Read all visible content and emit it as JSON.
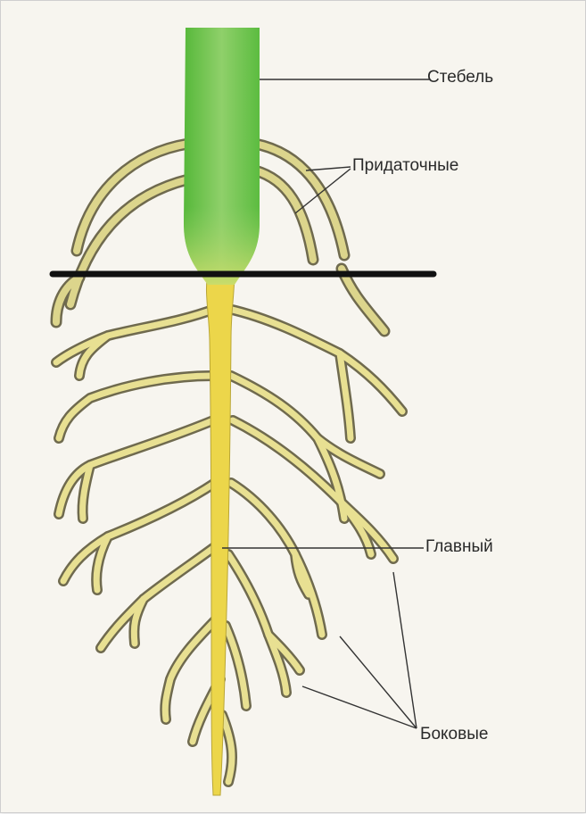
{
  "labels": {
    "stem": "Стебель",
    "adventitious": "Придаточные",
    "main": "Главный",
    "lateral": "Боковые"
  },
  "colors": {
    "background": "#f7f5ef",
    "stem": "#7cc55a",
    "root": "#ecd64a",
    "root_outline": "#6f6a4e",
    "soil_line": "#111111",
    "leader": "#333333"
  }
}
